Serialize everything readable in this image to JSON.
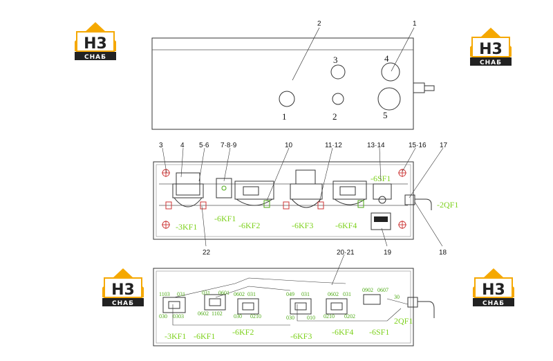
{
  "logo": {
    "mark": "H3",
    "brand": "CHAБ"
  },
  "top_panel": {
    "callouts": [
      "2",
      "1"
    ],
    "hole_labels": [
      "1",
      "2",
      "3",
      "4",
      "5"
    ]
  },
  "mid_panel": {
    "callouts_top": [
      "3",
      "4",
      "5·6",
      "7·8·9",
      "10",
      "11·12",
      "13·14",
      "15·16",
      "17"
    ],
    "callouts_bottom": [
      "22",
      "19",
      "18"
    ],
    "device_labels": [
      "-3KF1",
      "-6KF1",
      "-6KF2",
      "-6KF3",
      "-6KF4",
      "-6SF1",
      "-2QF1"
    ]
  },
  "bottom_panel": {
    "callouts": [
      "20·21"
    ],
    "wire_labels": [
      "1103",
      "031",
      "030",
      "0303",
      "031",
      "0601",
      "0602",
      "1102",
      "0602",
      "031",
      "030",
      "0210",
      "049",
      "031",
      "030",
      "010",
      "0602",
      "031",
      "0210",
      "0202",
      "0902",
      "0607",
      "30"
    ],
    "device_labels": [
      "-3KF1",
      "-6KF1",
      "-6KF2",
      "-6KF3",
      "-6KF4",
      "-6SF1",
      "2QF1"
    ]
  }
}
